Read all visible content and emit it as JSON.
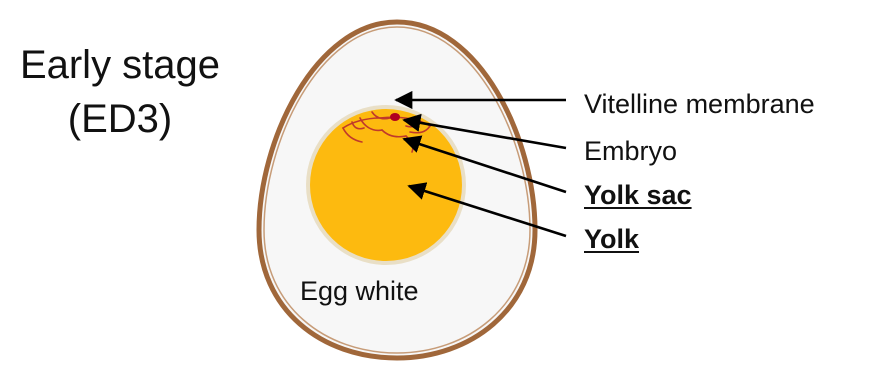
{
  "stage": {
    "line1": "Early stage",
    "line2": "(ED3)"
  },
  "labels": {
    "vitelline_membrane": "Vitelline membrane",
    "embryo": "Embryo",
    "yolk_sac": "Yolk sac",
    "yolk": "Yolk",
    "egg_white": "Egg white"
  },
  "colors": {
    "shell": "#a0673a",
    "egg_white": "#f7f7f7",
    "yolk": "#fdba0f",
    "yolk_sac_rim": "#e6dcc4",
    "vessels": "#c0392b",
    "embryo": "#b00020",
    "arrows": "#000000"
  }
}
